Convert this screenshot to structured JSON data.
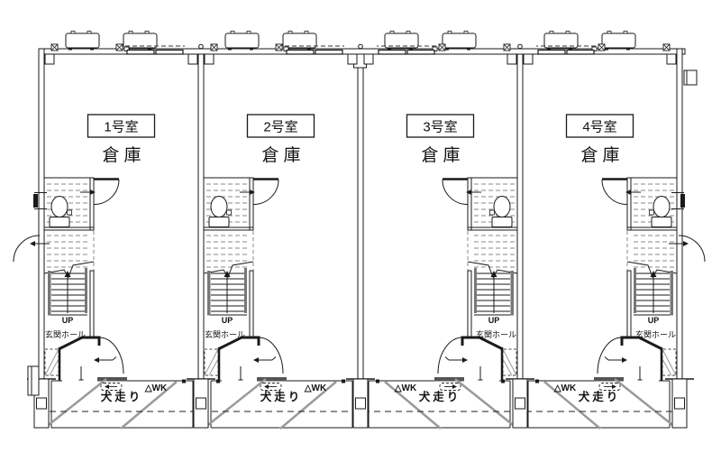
{
  "drawing": {
    "background": "#ffffff",
    "line_color": "#1a1a1a",
    "hatch_color": "#9a9a9a",
    "dash_color": "#8a8a8a",
    "units": [
      {
        "label": "1号室"
      },
      {
        "label": "2号室"
      },
      {
        "label": "3号室"
      },
      {
        "label": "4号室"
      }
    ],
    "labels": {
      "storage": "倉庫",
      "up": "UP",
      "entrance_hall": "玄関ホール",
      "dog_run": "犬走り",
      "wk_marker": "△WK"
    }
  }
}
